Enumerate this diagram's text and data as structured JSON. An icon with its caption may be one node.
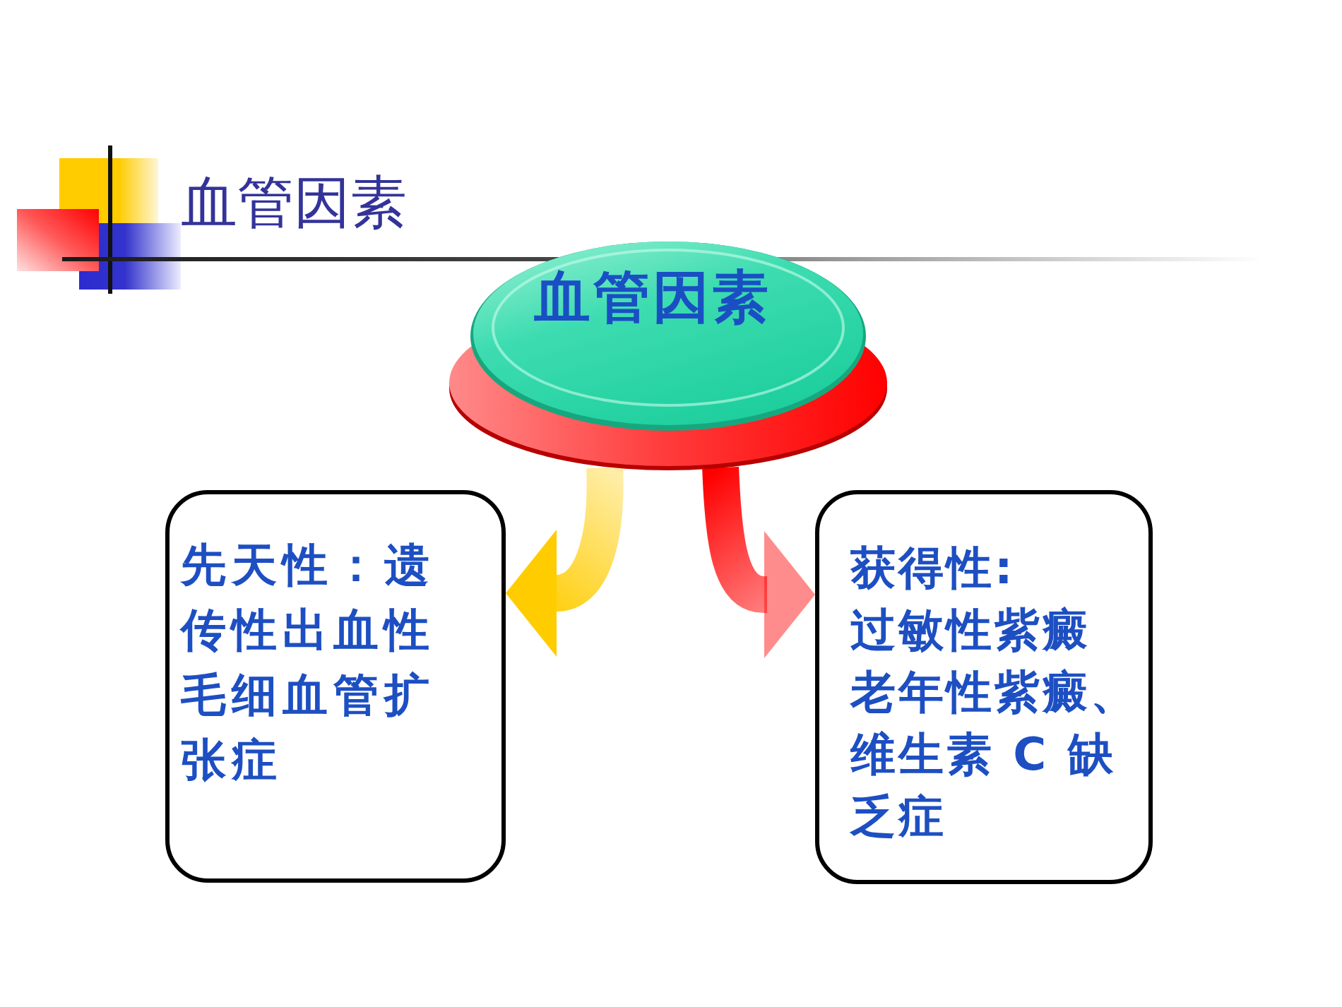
{
  "diagram": {
    "title": "血管因素",
    "nodes": [
      {
        "text": [
          "血管因素"
        ]
      },
      {
        "text": [
          "先天性：遗传性出血性毛细血管扩张症"
        ]
      },
      {
        "text": [
          "获得性:",
          "过敏性紫癜",
          "老年性紫癜、维生素 C 缺乏症"
        ]
      }
    ],
    "edges": [
      {
        "from": 0,
        "to": 1,
        "arrow": "to",
        "style": "thick",
        "color": "#ffcc00"
      },
      {
        "from": 0,
        "to": 2,
        "arrow": "to",
        "style": "thick",
        "color": "#ff0000"
      }
    ]
  }
}
